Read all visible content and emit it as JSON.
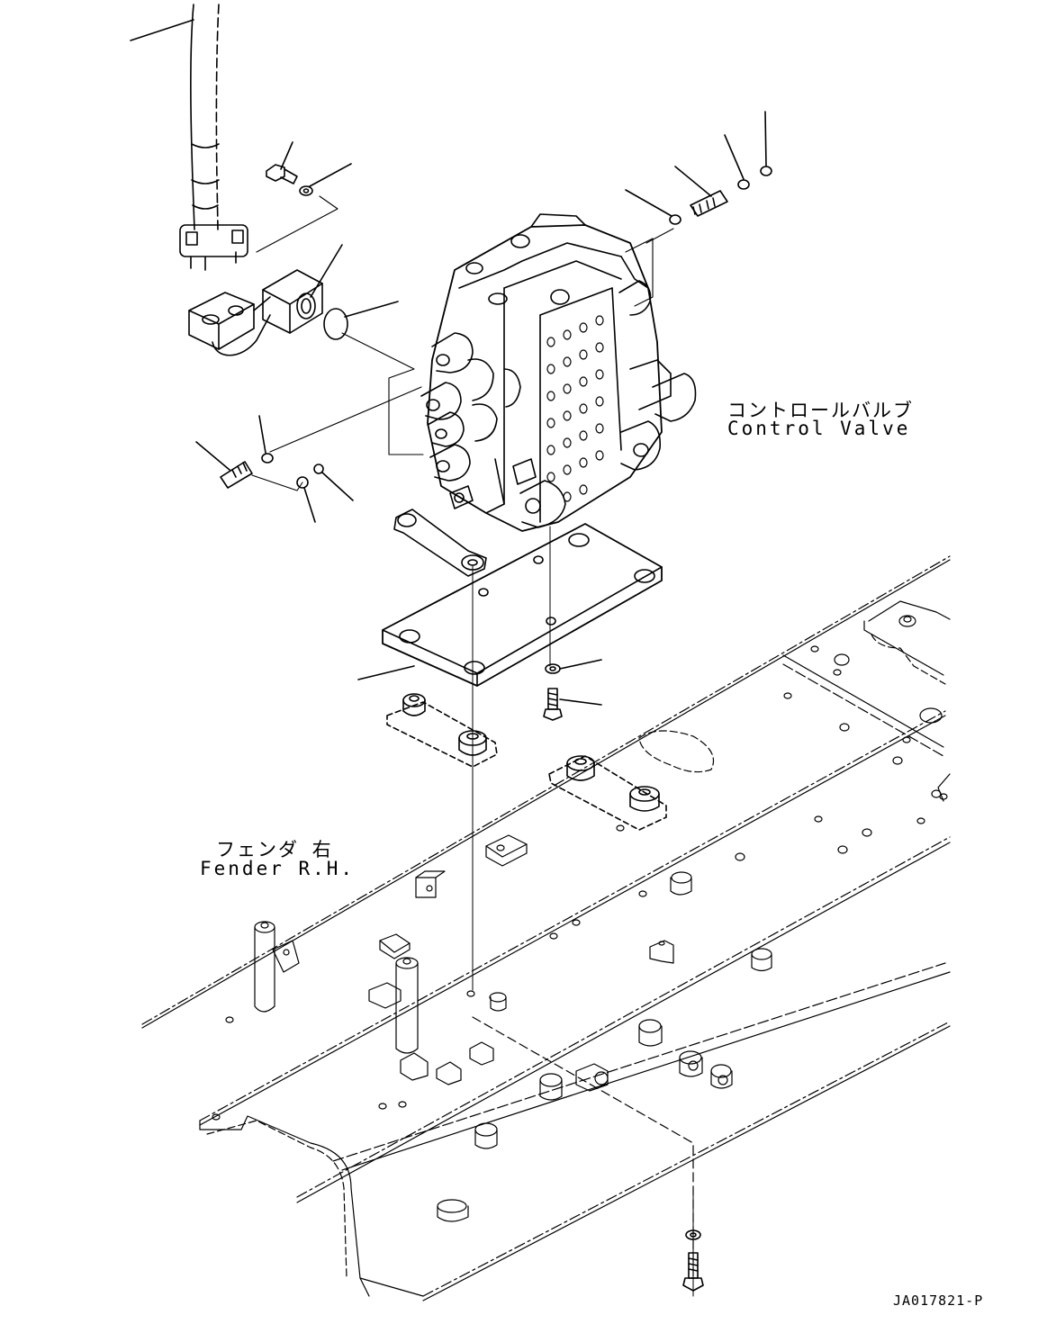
{
  "labels": {
    "control_valve_jp": "コントロールバルブ",
    "control_valve_en": "Control Valve",
    "fender_jp": "フェンダ 右",
    "fender_en": "Fender R.H.",
    "drawing_code": "JA017821-P"
  },
  "icons": [
    "hose-icon",
    "flange-elbow-icon",
    "bolt-icon",
    "washer-icon",
    "o-ring-icon",
    "fitting-icon",
    "control-valve-icon",
    "mounting-plate-icon",
    "rubber-mount-icon",
    "fender-plate-icon"
  ]
}
